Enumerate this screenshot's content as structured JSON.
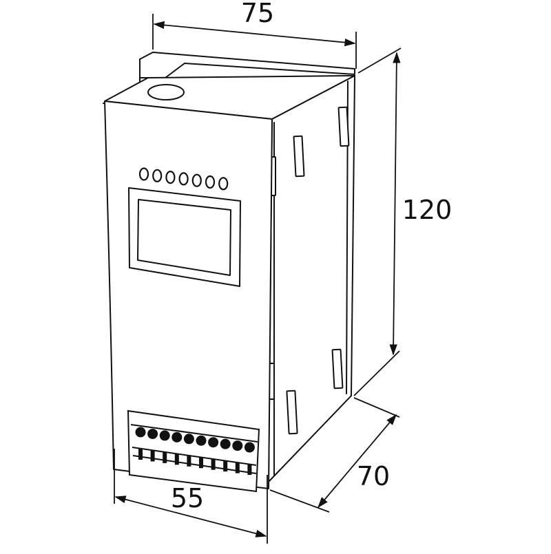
{
  "dimensions": {
    "width_top": "75",
    "height": "120",
    "depth": "70",
    "width_front": "55"
  },
  "colors": {
    "stroke": "#111111",
    "fill": "#ffffff",
    "screen_fill": "#ffffff"
  },
  "device": {
    "indicator_leds": 7,
    "terminal_screws": 10
  }
}
